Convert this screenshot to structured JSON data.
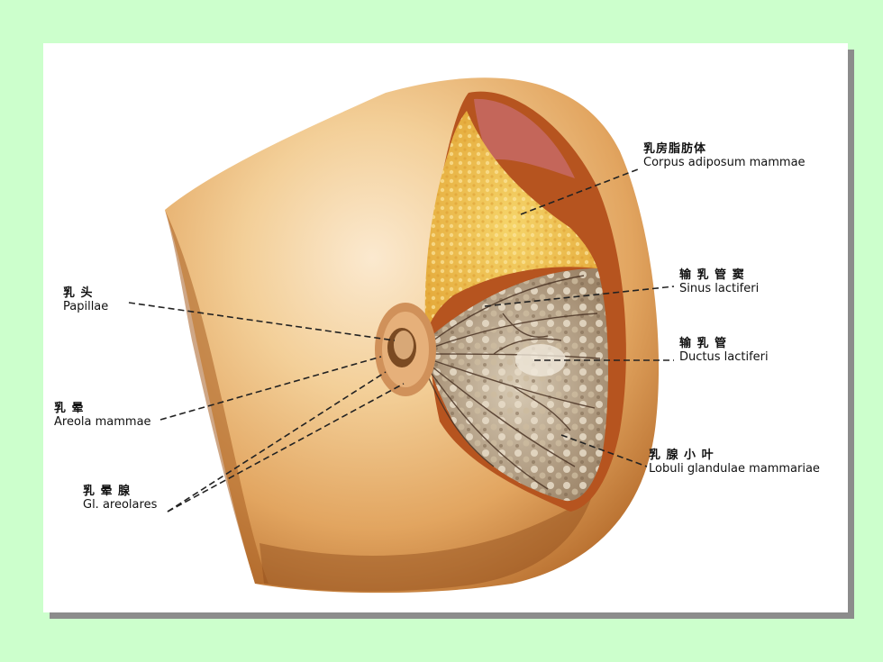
{
  "colors": {
    "background": "#ccffcc",
    "slide": "#ffffff",
    "shadow": "#8c8c8c",
    "skin": "#e9b272",
    "fat": "#f0c050",
    "gland": "#b8a48a",
    "leader_line": "#222222"
  },
  "labels": {
    "corpus_adiposum": {
      "zh": "乳房脂肪体",
      "la": "Corpus adiposum mammae"
    },
    "sinus_lactiferi": {
      "zh": "输 乳 管 窦",
      "la": "Sinus lactiferi"
    },
    "ductus_lactiferi": {
      "zh": "输   乳   管",
      "la": "Ductus lactiferi"
    },
    "lobuli": {
      "zh": "乳 腺 小 叶",
      "la": "Lobuli glandulae mammariae"
    },
    "papillae": {
      "zh": "乳      头",
      "la": "Papillae"
    },
    "areola": {
      "zh": "乳     晕",
      "la": "Areola mammae"
    },
    "glandulae_areolares": {
      "zh": "乳  晕  腺",
      "la": "Gl. areolares"
    }
  }
}
